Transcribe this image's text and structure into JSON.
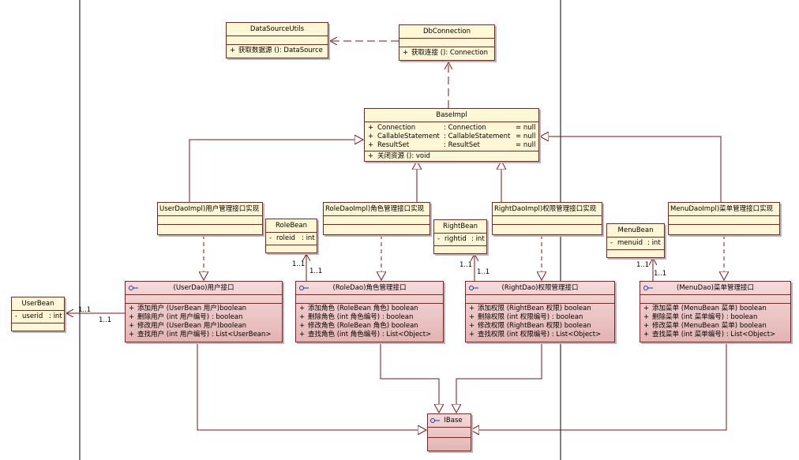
{
  "classes": {
    "datasource": {
      "name": "DataSourceUtils",
      "methods": [
        {
          "vis": "+",
          "text": "获取数据源 (): DataSource"
        }
      ]
    },
    "dbconn": {
      "name": "DbConnection",
      "methods": [
        {
          "vis": "+",
          "text": "获取连接 (): Connection"
        }
      ]
    },
    "baseimpl": {
      "name": "BaseImpl",
      "attributes": [
        {
          "vis": "+",
          "name": "Connection",
          "type": ": Connection",
          "init": "= null"
        },
        {
          "vis": "+",
          "name": "CallableStatement",
          "type": ": CallableStatement",
          "init": "= null"
        },
        {
          "vis": "+",
          "name": "ResultSet",
          "type": ": ResultSet",
          "init": "= null"
        }
      ],
      "methods": [
        {
          "vis": "+",
          "text": "关闭资源 (): void"
        }
      ]
    },
    "userdaoimpl": {
      "name": "UserDaoImpl)用户管理接口实现"
    },
    "roledaoimpl": {
      "name": "RoleDaoImpl)角色管理接口实现"
    },
    "rightdaoimpl": {
      "name": "RightDaoImpl)权限管理接口实现"
    },
    "menudaoimpl": {
      "name": "MenuDaoImpl)菜单管理接口实现"
    },
    "rolebean": {
      "name": "RoleBean",
      "attributes": [
        {
          "vis": "-",
          "name": "roleid",
          "type": ": int"
        }
      ]
    },
    "rightbean": {
      "name": "RightBean",
      "attributes": [
        {
          "vis": "-",
          "name": "rightid",
          "type": ": int"
        }
      ]
    },
    "menubean": {
      "name": "MenuBean",
      "attributes": [
        {
          "vis": "-",
          "name": "menuid",
          "type": ": int"
        }
      ]
    },
    "userbean": {
      "name": "UserBean",
      "attributes": [
        {
          "vis": "-",
          "name": "userid",
          "type": ": int"
        }
      ]
    },
    "userdao": {
      "name": "(UserDao)用户接口",
      "methods": [
        {
          "vis": "+",
          "text": "添加用户 (UserBean 用户)boolean"
        },
        {
          "vis": "+",
          "text": "删除用户 (int 用户编号) : boolean"
        },
        {
          "vis": "+",
          "text": "修改用户 (UserBean 用户)boolean"
        },
        {
          "vis": "+",
          "text": "查找用户 (int 用户编号) : List<UserBean>"
        }
      ]
    },
    "roledao": {
      "name": "(RoleDao)角色管理接口",
      "methods": [
        {
          "vis": "+",
          "text": "添加角色 (RoleBean 角色) boolean"
        },
        {
          "vis": "+",
          "text": "删除角色 (int 角色编号) : boolean"
        },
        {
          "vis": "+",
          "text": "修改角色 (RoleBean 角色) boolean"
        },
        {
          "vis": "+",
          "text": "查找角色 (int 角色编号) : List<Object>"
        }
      ]
    },
    "rightdao": {
      "name": "(RightDao)权限管理接口",
      "methods": [
        {
          "vis": "+",
          "text": "添加权限 (RightBean 权限) boolean"
        },
        {
          "vis": "+",
          "text": "删除权限 (int 权限编号) : boolean"
        },
        {
          "vis": "+",
          "text": "修改权限 (RightBean 权限) boolean"
        },
        {
          "vis": "+",
          "text": "查找权限 (int 权限编号) : List<Object>"
        }
      ]
    },
    "menudao": {
      "name": "(MenuDao)菜单管理接口",
      "methods": [
        {
          "vis": "+",
          "text": "添加菜单 (MenuBean 菜单) boolean"
        },
        {
          "vis": "+",
          "text": "删除菜单 (int 菜单编号) : boolean"
        },
        {
          "vis": "+",
          "text": "修改菜单 (MenuBean 菜单) boolean"
        },
        {
          "vis": "+",
          "text": "查找菜单 (int 菜单编号) : List<Object>"
        }
      ]
    },
    "ibase": {
      "name": "IBase"
    }
  },
  "multiplicities": {
    "user_a": "1..1",
    "user_b": "1..1",
    "role_a": "1..1",
    "role_b": "1..1",
    "right_a": "1..1",
    "right_b": "1..1",
    "menu_a": "1..1",
    "menu_b": "1..1"
  },
  "icons": {
    "interface": "interface-lollipop-icon"
  },
  "colors": {
    "border": "#8a1f1f",
    "class_fill": "#fff7d6",
    "interface_fill": "#e3b4b4",
    "line": "#7a1414"
  }
}
